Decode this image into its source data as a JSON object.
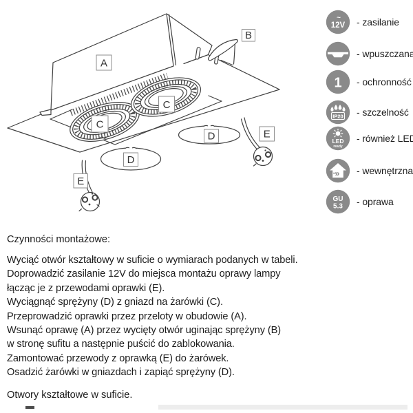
{
  "document": {
    "type": "lamp-installation-instruction-sheet",
    "language": "Polish"
  },
  "diagram": {
    "description": "exploded-isometric-drawing-of-double-recessed-fixture",
    "callout_letters": {
      "a": "A",
      "b": "B",
      "c": "C",
      "d": "D",
      "e": "E"
    }
  },
  "features": [
    {
      "icon": "power-12v-icon",
      "icon_tilde": "~",
      "icon_text": "12V",
      "label": "- zasilanie"
    },
    {
      "icon": "recessed-mount-icon",
      "label": "- wpuszczana"
    },
    {
      "icon": "protection-class-icon",
      "icon_text": "1",
      "label": "- ochronność"
    },
    {
      "icon": "ip20-rating-icon",
      "icon_text": "IP20",
      "label": "- szczelność"
    },
    {
      "icon": "led-ready-icon",
      "icon_text": "LED",
      "icon_subtext": "ready",
      "label": "- również LED"
    },
    {
      "icon": "indoor-use-icon",
      "icon_text": "»",
      "label": "- wewnętrzna"
    },
    {
      "icon": "gu53-socket-icon",
      "icon_text": "GU",
      "icon_text2": "5.3",
      "label": "- oprawa"
    }
  ],
  "instructions": {
    "heading": "Czynności montażowe:",
    "steps": [
      "Wyciąć otwór kształtowy w suficie o wymiarach podanych w tabeli.",
      "Doprowadzić zasilanie 12V do miejsca montażu oprawy lampy",
      "łącząc je z przewodami oprawki (E).",
      "Wyciągnąć sprężyny (D) z gniazd na żarówki (C).",
      "Przeprowadzić oprawki przez przeloty w obudowie (A).",
      "Wsunąć oprawę (A) przez wycięty otwór uginając sprężyny (B)",
      "w stronę sufitu a następnie puścić do zablokowania.",
      "Zamontować przewody z oprawką (E) do żarówek.",
      "Osadzić żarówki w gniazdach i zapiąć sprężyny (D)."
    ],
    "footer": "Otwory kształtowe w suficie."
  },
  "colors": {
    "icon_gray": "#8a8a8a",
    "line": "#414141",
    "text": "#1b1b1b",
    "label_box_border": "#8e8e8e"
  }
}
